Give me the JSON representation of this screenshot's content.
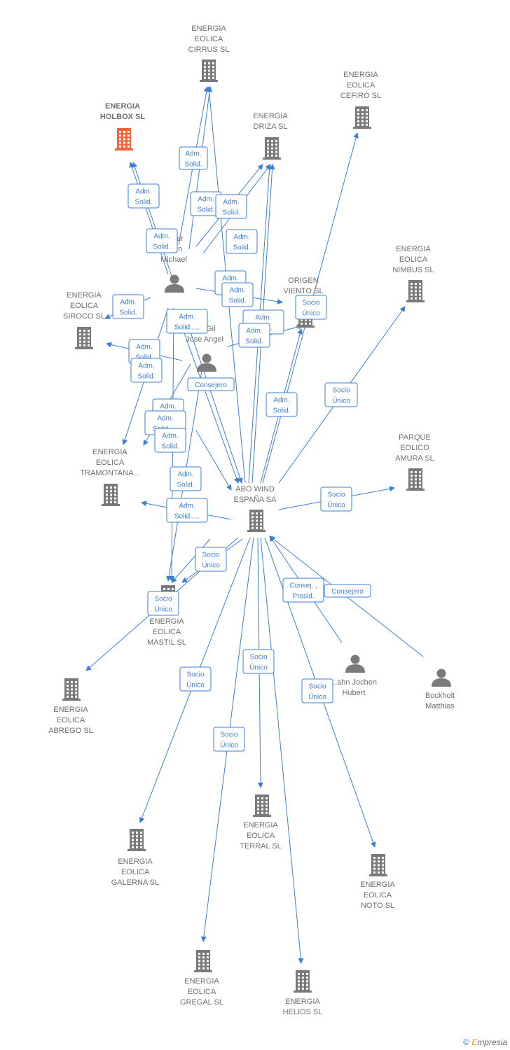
{
  "nodes": [
    {
      "id": "cirrus",
      "kind": "company",
      "label": [
        "ENERGIA",
        "EOLICA",
        "CIRRUS SL"
      ]
    },
    {
      "id": "cefiro",
      "kind": "company",
      "label": [
        "ENERGIA",
        "EOLICA",
        "CEFIRO  SL"
      ]
    },
    {
      "id": "holbox",
      "kind": "company-highlight",
      "label": [
        "ENERGIA",
        "HOLBOX  SL"
      ]
    },
    {
      "id": "driza",
      "kind": "company",
      "label": [
        "ENERGIA",
        "DRIZA  SL"
      ]
    },
    {
      "id": "nimbus",
      "kind": "company",
      "label": [
        "ENERGIA",
        "EOLICA",
        "NIMBUS SL"
      ]
    },
    {
      "id": "siroco",
      "kind": "company",
      "label": [
        "ENERGIA",
        "EOLICA",
        "SIROCO  SL"
      ]
    },
    {
      "id": "origen",
      "kind": "company",
      "label": [
        "ORIGEN",
        "VIENTO  SL"
      ]
    },
    {
      "id": "michael",
      "kind": "person",
      "label": [
        "...eter",
        "...ten",
        "Michael"
      ]
    },
    {
      "id": "jose",
      "kind": "person",
      "label": [
        "...z Gil",
        "Jose Angel"
      ]
    },
    {
      "id": "parque",
      "kind": "company",
      "label": [
        "PARQUE",
        "EOLICO",
        "AMURA SL"
      ]
    },
    {
      "id": "tramontana",
      "kind": "company",
      "label": [
        "ENERGIA",
        "EOLICA",
        "TRAMONTANA..."
      ]
    },
    {
      "id": "abo",
      "kind": "company",
      "label": [
        "ABO WIND",
        "ESPAÑA SA"
      ]
    },
    {
      "id": "mastil",
      "kind": "company",
      "label": [
        "ENERGIA",
        "EOLICA",
        "MASTIL SL"
      ]
    },
    {
      "id": "jochen",
      "kind": "person",
      "label": [
        "...ahn Jochen",
        "Hubert"
      ]
    },
    {
      "id": "bockholt",
      "kind": "person",
      "label": [
        "Bockholt",
        "Matthias"
      ]
    },
    {
      "id": "abrego",
      "kind": "company",
      "label": [
        "ENERGIA",
        "EOLICA",
        "ABREGO  SL"
      ]
    },
    {
      "id": "terral",
      "kind": "company",
      "label": [
        "ENERGIA",
        "EOLICA",
        "TERRAL  SL"
      ]
    },
    {
      "id": "galerna",
      "kind": "company",
      "label": [
        "ENERGIA",
        "EOLICA",
        "GALERNA  SL"
      ]
    },
    {
      "id": "noto",
      "kind": "company",
      "label": [
        "ENERGIA",
        "EOLICA",
        "NOTO  SL"
      ]
    },
    {
      "id": "gregal",
      "kind": "company",
      "label": [
        "ENERGIA",
        "EOLICA",
        "GREGAL  SL"
      ]
    },
    {
      "id": "helios",
      "kind": "company",
      "label": [
        "ENERGIA",
        "HELIOS  SL"
      ]
    }
  ],
  "edge_labels": [
    [
      "Adm.",
      "Solid."
    ],
    [
      "Adm.",
      "Solid."
    ],
    [
      "Adm.",
      "Solid."
    ],
    [
      "Adm.",
      "Solid."
    ],
    [
      "Adm.",
      "Solid."
    ],
    [
      "Adm.",
      "Solid."
    ],
    [
      "Adm.",
      "Solid."
    ],
    [
      "Adm.",
      "Solid."
    ],
    [
      "Adm.",
      "Solid."
    ],
    [
      "Socio",
      "Único"
    ],
    [
      "Adm.",
      "Solid.,..."
    ],
    [
      "Adm.",
      "Solid."
    ],
    [
      "Adm.",
      "Solid."
    ],
    [
      "Adm.",
      "Solid."
    ],
    [
      "Adm.",
      "Solid."
    ],
    [
      "Consejero"
    ],
    [
      "Adm.",
      "Solid."
    ],
    [
      "Socio",
      "Único"
    ],
    [
      "Adm.",
      "Solid.,..."
    ],
    [
      "Adm.",
      "Solid."
    ],
    [
      "Adm.",
      "Solid."
    ],
    [
      "Socio",
      "Único"
    ],
    [
      "Adm.",
      "Solid.,..."
    ],
    [
      "Adm.",
      "Solid."
    ],
    [
      "Socio",
      "Único"
    ],
    [
      "Consej. ,",
      "Presid."
    ],
    [
      "Consejero"
    ],
    [
      "Socio",
      "Único"
    ],
    [
      "Socio",
      "Único"
    ],
    [
      "Socio",
      "Único"
    ],
    [
      "Socio",
      "Único"
    ],
    [
      "Socio",
      "Único"
    ]
  ],
  "colors": {
    "edge": "#3d7fd6",
    "icon": "#7a7a7a",
    "highlight": "#f0663a",
    "label": "#6e6e6e"
  },
  "footer": {
    "copyright": "©",
    "brand_initial": "E",
    "brand_rest": "mpresia"
  }
}
